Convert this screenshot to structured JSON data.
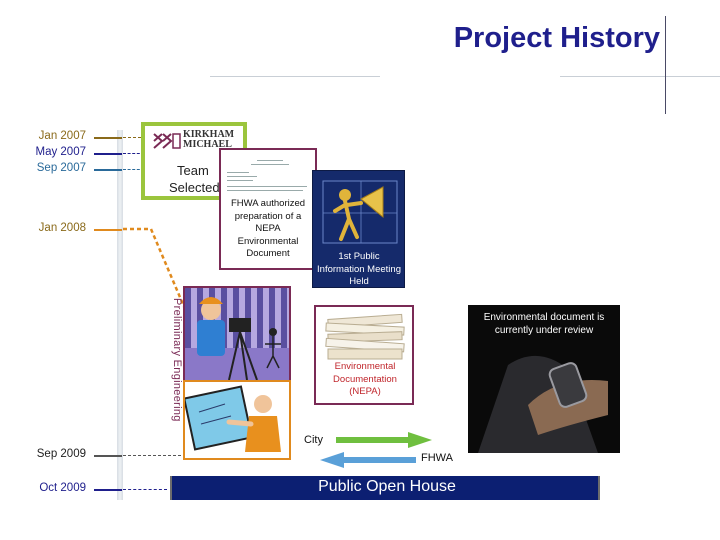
{
  "title": "Project History",
  "timeline": {
    "dates": [
      {
        "label": "Jan 2007",
        "color": "#8a6a1a"
      },
      {
        "label": "May 2007",
        "color": "#1f1f8c"
      },
      {
        "label": "Sep 2007",
        "color": "#2a6a9a"
      },
      {
        "label": "Jan 2008",
        "color": "#8a6a1a"
      },
      {
        "label": "Sep 2009",
        "color": "#1f1f1f"
      },
      {
        "label": "Oct 2009",
        "color": "#1f1f8c"
      }
    ]
  },
  "cards": {
    "logo": {
      "brand_line1": "KIRKHAM",
      "brand_line2": "MICHAEL",
      "text_line1": "Team",
      "text_line2": "Selected"
    },
    "fhwa_doc": {
      "caption": "FHWA authorized preparation of a NEPA Environmental Document"
    },
    "public_meeting": {
      "caption": "1st Public Information Meeting Held"
    },
    "prelim": {
      "label": "Preliminary Engineering"
    },
    "nepa_doc": {
      "caption": "Environmental Documentation (NEPA)"
    },
    "review": {
      "caption": "Environmental document is currently under review"
    }
  },
  "arrows": {
    "city": "City",
    "fhwa": "FHWA"
  },
  "open_house": "Public Open House",
  "colors": {
    "title": "#1f1f8c",
    "green_border": "#9bc53d",
    "maroon_border": "#7a2a55",
    "bar": "#0c1f72",
    "arrow_green": "#6fbf3f",
    "arrow_blue": "#5aa0d8"
  }
}
